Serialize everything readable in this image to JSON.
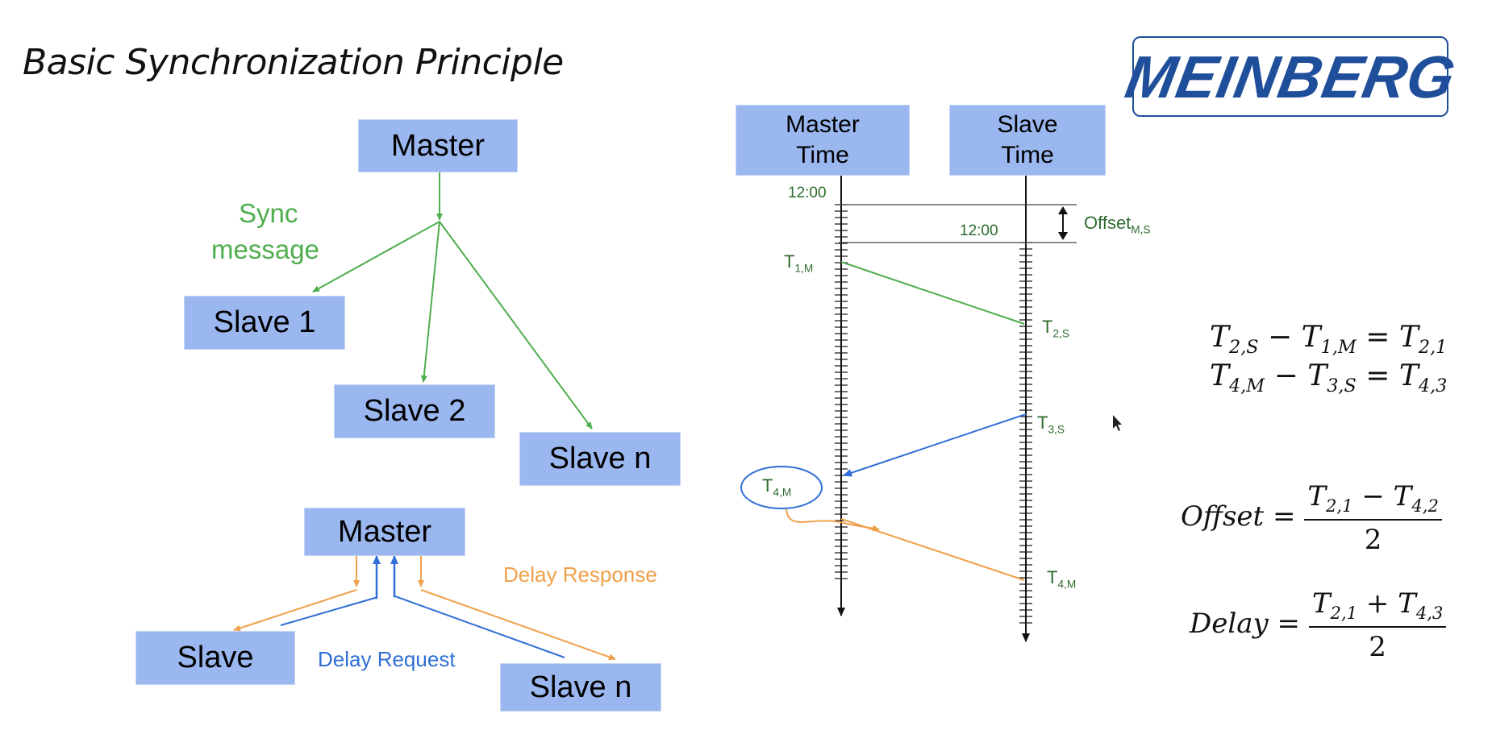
{
  "title": "Basic Synchronization Principle",
  "logo_text": "MEINBERG",
  "colors": {
    "box_fill": "#9bb7f0",
    "sync_green": "#4fae4f",
    "timestamp_green": "#2e6b2e",
    "delay_response_orange": "#f0a04b",
    "delay_request_blue": "#2f6fd6",
    "logo_blue": "#1f4e9a"
  },
  "tree_diagram": {
    "master": "Master",
    "sync_label_line1": "Sync",
    "sync_label_line2": "message",
    "slaves": [
      "Slave 1",
      "Slave 2",
      "Slave n"
    ]
  },
  "delay_diagram": {
    "master": "Master",
    "slave_left": "Slave",
    "slave_right": "Slave n",
    "delay_response": "Delay Response",
    "delay_request": "Delay Request"
  },
  "timing_diagram": {
    "master_time_line1": "Master",
    "master_time_line2": "Time",
    "slave_time_line1": "Slave",
    "slave_time_line2": "Time",
    "master_clock": "12:00",
    "slave_clock": "12:00",
    "offset_main": "Offset",
    "offset_sub": "M,S",
    "t1": {
      "main": "T",
      "sub": "1,M"
    },
    "t2": {
      "main": "T",
      "sub": "2,S"
    },
    "t3": {
      "main": "T",
      "sub": "3,S"
    },
    "t4_master": {
      "main": "T",
      "sub": "4,M"
    },
    "t4_slave": {
      "main": "T",
      "sub": "4,M"
    }
  },
  "equations": {
    "eq1": {
      "a": "T",
      "a_sub": "2,S",
      "op1": " − ",
      "b": "T",
      "b_sub": "1,M",
      "op2": " = ",
      "c": "T",
      "c_sub": "2,1"
    },
    "eq2": {
      "a": "T",
      "a_sub": "4,M",
      "op1": " − ",
      "b": "T",
      "b_sub": "3,S",
      "op2": " = ",
      "c": "T",
      "c_sub": "4,3"
    },
    "offset": {
      "lhs": "Offset",
      "eq": " = ",
      "n1": "T",
      "n1_sub": "2,1",
      "op": " − ",
      "n2": "T",
      "n2_sub": "4,2",
      "den": "2"
    },
    "delay": {
      "lhs": "Delay",
      "eq": " = ",
      "n1": "T",
      "n1_sub": "2,1",
      "op": " + ",
      "n2": "T",
      "n2_sub": "4,3",
      "den": "2"
    }
  }
}
